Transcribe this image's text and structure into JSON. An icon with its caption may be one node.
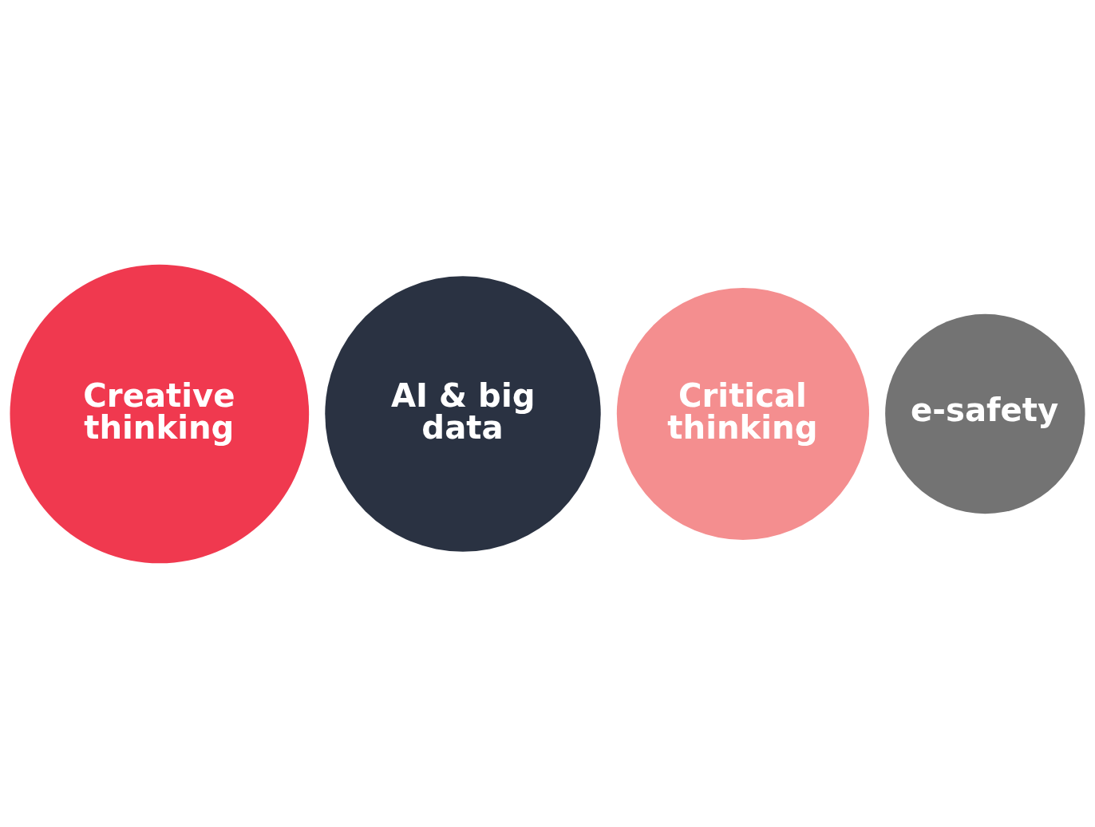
{
  "diagram": {
    "nodes": [
      {
        "text": [
          "Creative thinking"
        ]
      },
      {
        "text": [
          "AI & big data"
        ]
      },
      {
        "text": [
          "Critical thinking"
        ]
      },
      {
        "text": [
          "e-safety"
        ]
      }
    ]
  }
}
